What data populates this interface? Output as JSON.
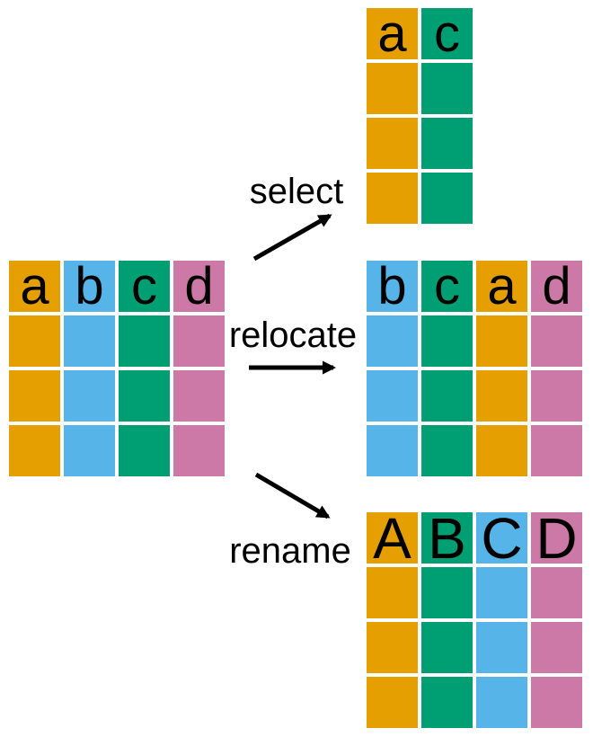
{
  "diagram": {
    "background": "#ffffff",
    "text_color": "#000000"
  },
  "palette": {
    "orange": "#E69F00",
    "blue": "#56B4E9",
    "green": "#009E73",
    "pink": "#CC79A7"
  },
  "original_table": {
    "body_rows": 3,
    "columns": [
      {
        "label": "a",
        "color": "#E69F00"
      },
      {
        "label": "b",
        "color": "#56B4E9"
      },
      {
        "label": "c",
        "color": "#009E73"
      },
      {
        "label": "d",
        "color": "#CC79A7"
      }
    ]
  },
  "operations": {
    "select": {
      "label": "select",
      "result_columns": [
        {
          "label": "a",
          "color": "#E69F00"
        },
        {
          "label": "c",
          "color": "#009E73"
        }
      ]
    },
    "relocate": {
      "label": "relocate",
      "result_columns": [
        {
          "label": "b",
          "color": "#56B4E9"
        },
        {
          "label": "c",
          "color": "#009E73"
        },
        {
          "label": "a",
          "color": "#E69F00"
        },
        {
          "label": "d",
          "color": "#CC79A7"
        }
      ]
    },
    "rename": {
      "label": "rename",
      "result_columns": [
        {
          "label": "A",
          "color": "#E69F00"
        },
        {
          "label": "B",
          "color": "#009E73"
        },
        {
          "label": "C",
          "color": "#56B4E9"
        },
        {
          "label": "D",
          "color": "#CC79A7"
        }
      ]
    }
  }
}
